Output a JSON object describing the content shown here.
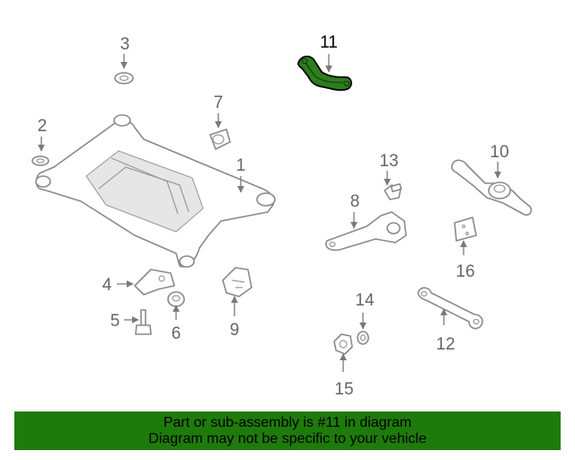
{
  "diagram": {
    "highlighted_part": "11",
    "colors": {
      "highlight": "#2e7d1e",
      "banner": "#1f7a0c",
      "line": "#8a8a8a"
    },
    "callouts": {
      "c1": "1",
      "c2": "2",
      "c3": "3",
      "c4": "4",
      "c5": "5",
      "c6": "6",
      "c7": "7",
      "c8": "8",
      "c9": "9",
      "c10": "10",
      "c11": "11",
      "c12": "12",
      "c13": "13",
      "c14": "14",
      "c15": "15",
      "c16": "16"
    }
  },
  "banner": {
    "line1": "Part or sub-assembly is #11 in diagram",
    "line2": "Diagram may not be specific to your vehicle"
  }
}
